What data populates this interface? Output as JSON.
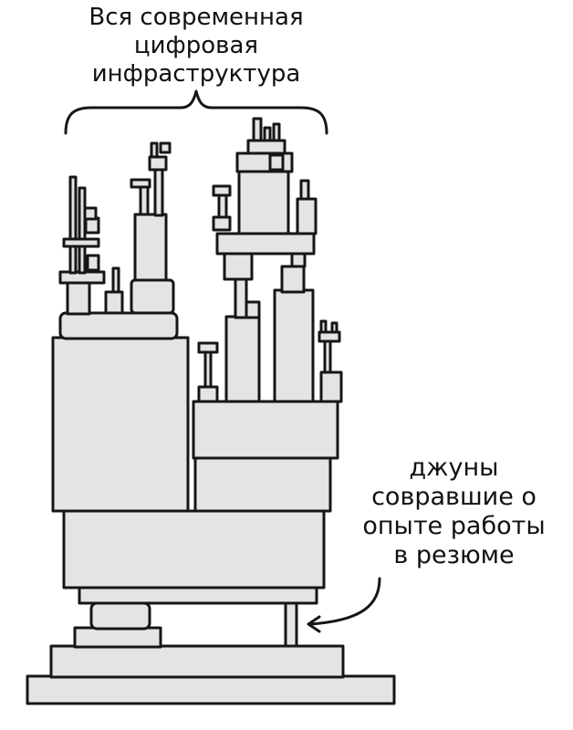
{
  "top_caption": {
    "line1": "Вся современная",
    "line2": "цифровая",
    "line3": "инфраструктура"
  },
  "side_caption": {
    "line1": "джуны",
    "line2": "совравшие о",
    "line3": "опыте работы",
    "line4": "в резюме"
  },
  "colors": {
    "block_fill": "#e4e4e6",
    "ink": "#161616",
    "background": "#ffffff"
  }
}
